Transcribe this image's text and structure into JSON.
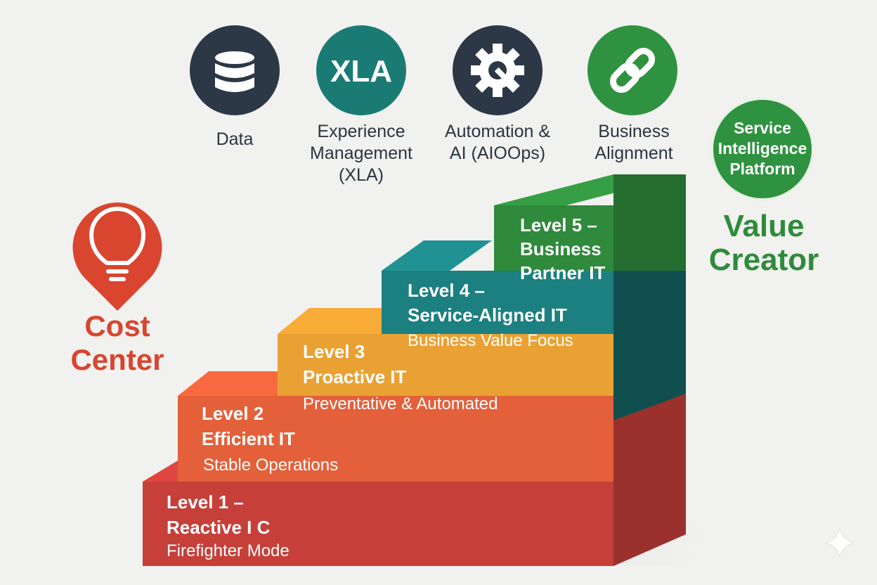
{
  "colors": {
    "background": "#f1f1ef",
    "level1": "#c63f39",
    "level2": "#e3603a",
    "level3": "#eaa133",
    "level4": "#1c7f80",
    "level5": "#2f8a3c",
    "cost_center": "#d9452f",
    "value_creator": "#2e8b3a",
    "icon_dark": "#2c3846",
    "icon_teal": "#1a7b74",
    "icon_green": "#2f9240"
  },
  "pillars": [
    {
      "icon": "database-icon",
      "caption": [
        "Data"
      ]
    },
    {
      "icon": "xla-icon",
      "icon_text": "XLA",
      "caption": [
        "Experience",
        "Management",
        "(XLA)"
      ]
    },
    {
      "icon": "gear-wrench-icon",
      "caption": [
        "Automation &",
        "AI (AIOOps)"
      ]
    },
    {
      "icon": "chain-link-icon",
      "caption": [
        "Business",
        "Alignment"
      ]
    }
  ],
  "platform_badge": [
    "Service",
    "Intelligence",
    "Platform"
  ],
  "left_label": [
    "Cost",
    "Center"
  ],
  "left_icon": "lightbulb-icon",
  "right_label": [
    "Value",
    "Creator"
  ],
  "levels": [
    {
      "line1": "Level 1 –",
      "line2": "Reactive I C",
      "line3": "Firefighter Mode"
    },
    {
      "line1": "Level 2",
      "line2": "Efficient IT",
      "line3": "Stable Operations"
    },
    {
      "line1": "Level 3",
      "line2": "Proactive IT",
      "line3": "Preventative & Automated"
    },
    {
      "line1": "Level 4 –",
      "line2": "Service-Aligned IT",
      "line3": "Business Value Focus"
    },
    {
      "line1": "Level 5 –",
      "line2": "Business",
      "line3": "Partner IT"
    }
  ],
  "corner_icon": "sparkle-icon"
}
